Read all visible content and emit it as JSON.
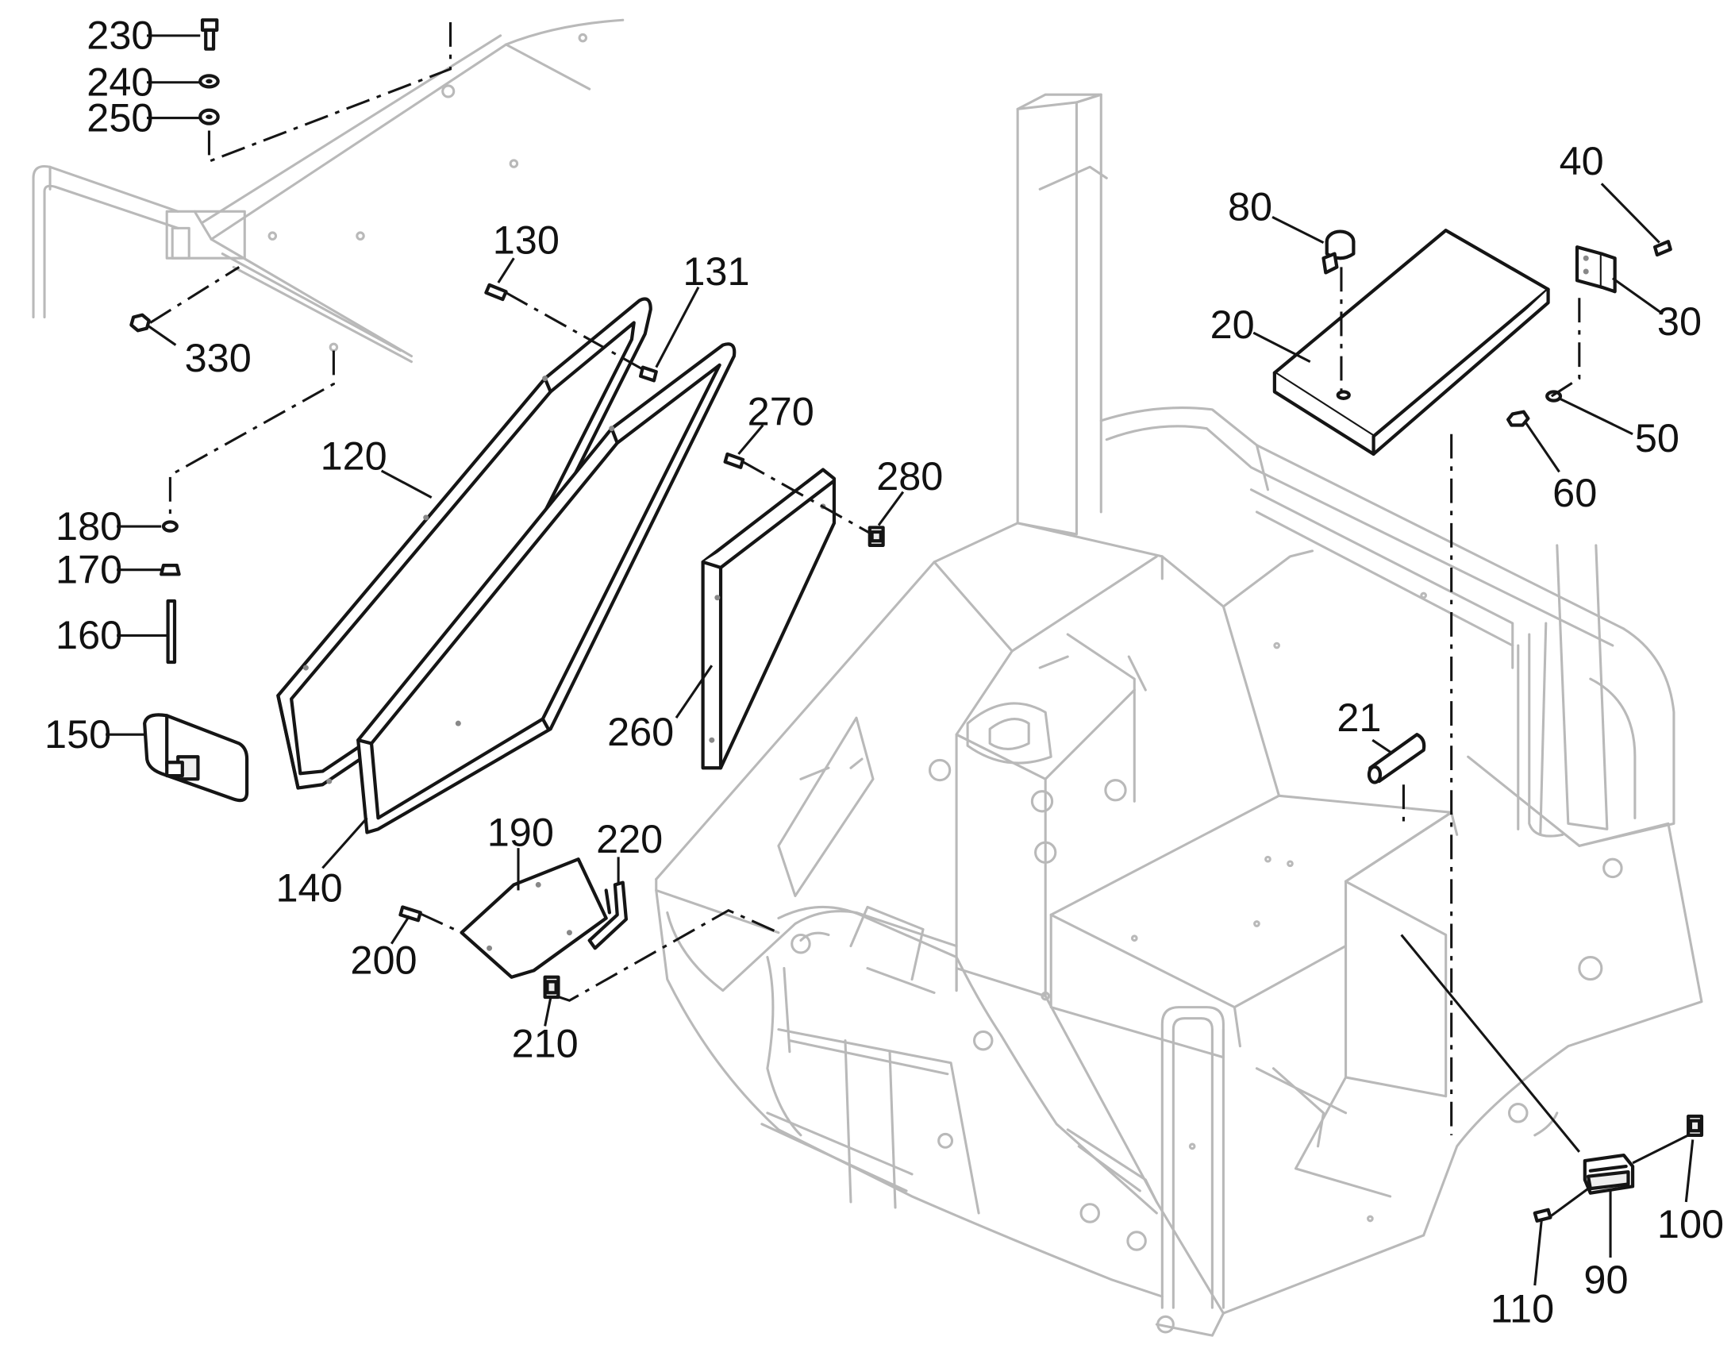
{
  "callouts": [
    {
      "id": "c230",
      "text": "230"
    },
    {
      "id": "c240",
      "text": "240"
    },
    {
      "id": "c250",
      "text": "250"
    },
    {
      "id": "c330",
      "text": "330"
    },
    {
      "id": "c180",
      "text": "180"
    },
    {
      "id": "c170",
      "text": "170"
    },
    {
      "id": "c160",
      "text": "160"
    },
    {
      "id": "c150",
      "text": "150"
    },
    {
      "id": "c130",
      "text": "130"
    },
    {
      "id": "c131",
      "text": "131"
    },
    {
      "id": "c120",
      "text": "120"
    },
    {
      "id": "c140",
      "text": "140"
    },
    {
      "id": "c270",
      "text": "270"
    },
    {
      "id": "c280",
      "text": "280"
    },
    {
      "id": "c260",
      "text": "260"
    },
    {
      "id": "c190",
      "text": "190"
    },
    {
      "id": "c220",
      "text": "220"
    },
    {
      "id": "c200",
      "text": "200"
    },
    {
      "id": "c210",
      "text": "210"
    },
    {
      "id": "c80",
      "text": "80"
    },
    {
      "id": "c20",
      "text": "20"
    },
    {
      "id": "c40",
      "text": "40"
    },
    {
      "id": "c30",
      "text": "30"
    },
    {
      "id": "c50",
      "text": "50"
    },
    {
      "id": "c60",
      "text": "60"
    },
    {
      "id": "c21",
      "text": "21"
    },
    {
      "id": "c100",
      "text": "100"
    },
    {
      "id": "c90",
      "text": "90"
    },
    {
      "id": "c110",
      "text": "110"
    }
  ]
}
